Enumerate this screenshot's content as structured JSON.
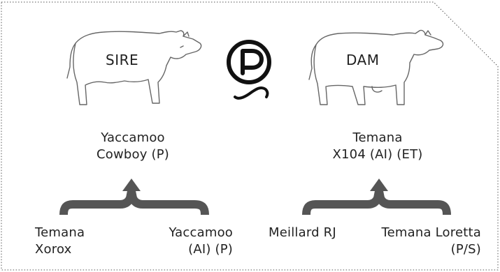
{
  "sire": {
    "role_label": "SIRE",
    "name_line1": "Yaccamoo",
    "name_line2": "Cowboy (P)",
    "parents": [
      {
        "line1": "Temana",
        "line2": "Xorox"
      },
      {
        "line1": "Yaccamoo",
        "line2": "(AI) (P)"
      }
    ]
  },
  "dam": {
    "role_label": "DAM",
    "name_line1": "Temana",
    "name_line2": "X104 (AI) (ET)",
    "parents": [
      {
        "line1": "Meillard RJ",
        "line2": ""
      },
      {
        "line1": "Temana Loretta",
        "line2": "(P/S)"
      }
    ]
  },
  "polled_badge": {
    "letter": "P",
    "icon": "polled-p-icon"
  }
}
